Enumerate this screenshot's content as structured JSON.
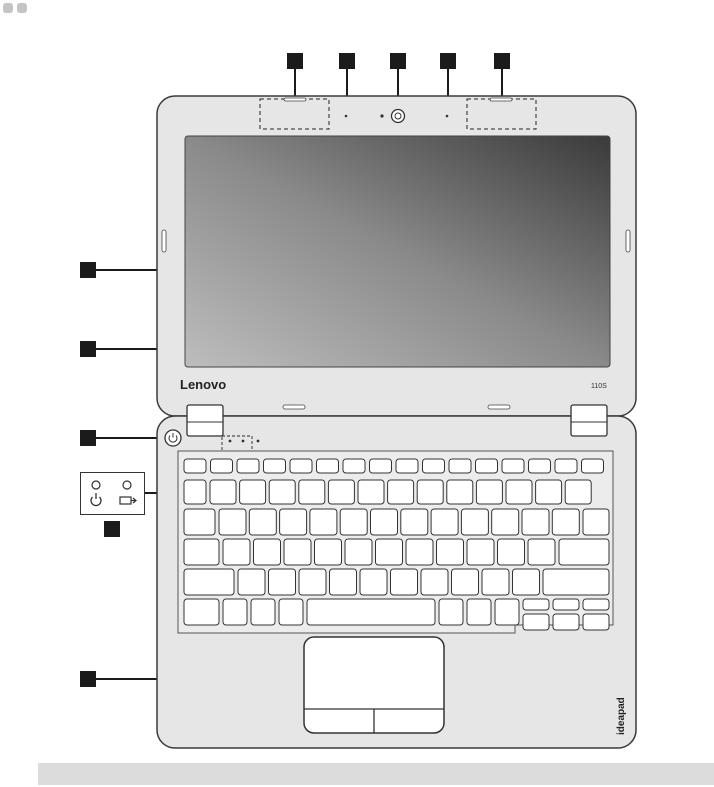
{
  "header": {
    "page_dots": 2
  },
  "laptop": {
    "brand_label": "Lenovo",
    "model_label": "110S",
    "side_label": "ideapad"
  },
  "callouts": {
    "top_row": [
      "",
      "",
      "",
      "",
      ""
    ],
    "left_column": [
      "",
      "",
      "",
      "",
      ""
    ]
  },
  "indicator_legend": {
    "icons": [
      "power-icon",
      "battery-status-icon"
    ]
  },
  "colors": {
    "body": "#e6e6e6",
    "outline": "#3a3a3a",
    "screen_light": "#b8b8b8",
    "screen_dark": "#3c3c3c",
    "footer_bar": "#dcdcdc"
  }
}
